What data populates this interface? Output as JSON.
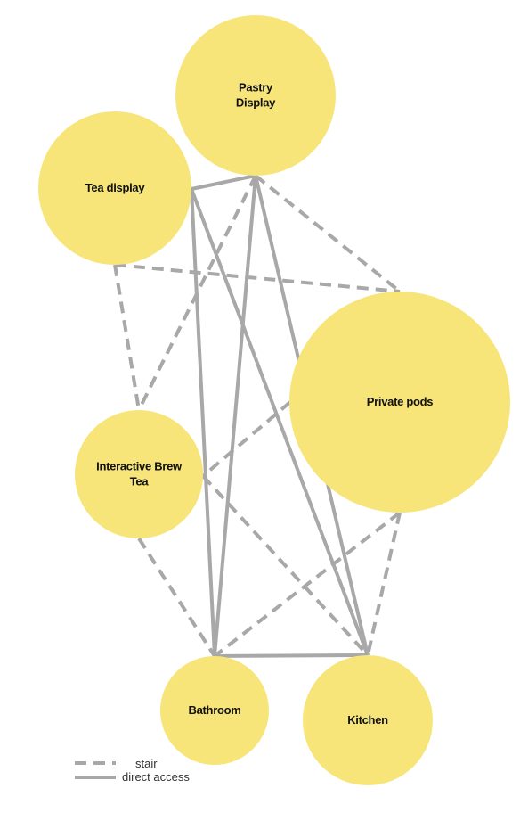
{
  "nodes": [
    {
      "id": "pastry",
      "label_lines": [
        "Pastry",
        "Display"
      ]
    },
    {
      "id": "tea",
      "label_lines": [
        "Tea display"
      ]
    },
    {
      "id": "pods",
      "label_lines": [
        "Private pods"
      ]
    },
    {
      "id": "brew",
      "label_lines": [
        "Interactive Brew",
        "Tea"
      ]
    },
    {
      "id": "bath",
      "label_lines": [
        "Bathroom"
      ]
    },
    {
      "id": "kitchen",
      "label_lines": [
        "Kitchen"
      ]
    }
  ],
  "edges": [
    {
      "from": "pastry",
      "to": "tea",
      "type": "direct"
    },
    {
      "from": "pastry",
      "to": "brew",
      "type": "stair"
    },
    {
      "from": "pastry",
      "to": "pods",
      "type": "stair"
    },
    {
      "from": "pastry",
      "to": "bath",
      "type": "direct"
    },
    {
      "from": "pastry",
      "to": "kitchen",
      "type": "direct"
    },
    {
      "from": "tea",
      "to": "pods",
      "type": "stair"
    },
    {
      "from": "tea",
      "to": "brew",
      "type": "stair"
    },
    {
      "from": "tea",
      "to": "bath",
      "type": "direct"
    },
    {
      "from": "tea",
      "to": "kitchen",
      "type": "direct"
    },
    {
      "from": "pods",
      "to": "brew",
      "type": "stair"
    },
    {
      "from": "pods",
      "to": "bath",
      "type": "stair"
    },
    {
      "from": "pods",
      "to": "kitchen",
      "type": "stair"
    },
    {
      "from": "brew",
      "to": "bath",
      "type": "stair"
    },
    {
      "from": "brew",
      "to": "kitchen",
      "type": "stair"
    },
    {
      "from": "bath",
      "to": "kitchen",
      "type": "direct"
    }
  ],
  "legend": {
    "stair_label": "stair",
    "direct_label": "direct access"
  },
  "colors": {
    "node_fill": "#f7e57a",
    "edge": "#a8a8a8",
    "label": "#111111"
  }
}
